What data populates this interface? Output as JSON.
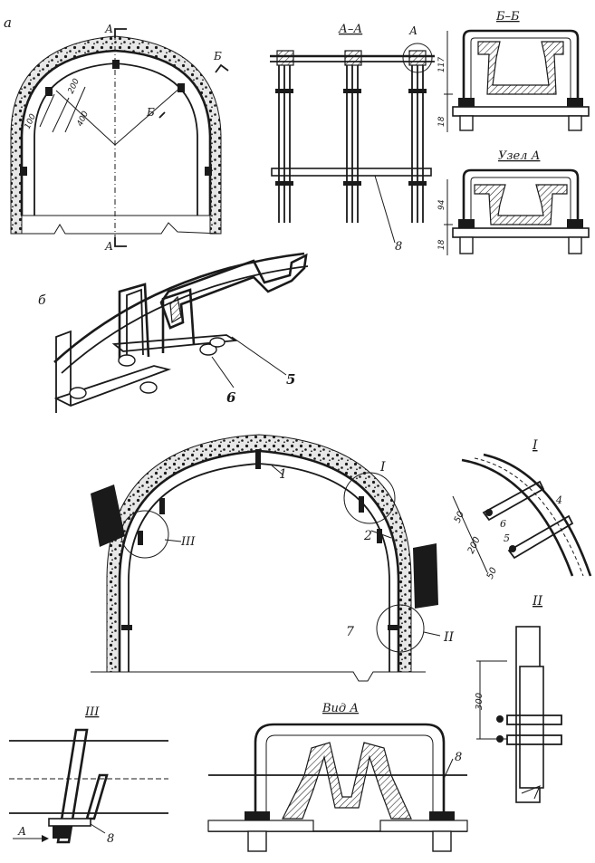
{
  "figure_labels": {
    "part_a": "а",
    "part_b": "б"
  },
  "section_titles": {
    "aa": "А–А",
    "bb": "Б–Б",
    "node_a": "Узел А",
    "detail_1": "I",
    "detail_2": "II",
    "detail_3": "III",
    "view_a": "Вид А"
  },
  "section_markers": {
    "a_top": "А",
    "a_bottom": "А",
    "b_top": "Б",
    "b_mid": "Б",
    "aa_node": "А",
    "view_arrow": "А"
  },
  "dimensions": {
    "d100": "100",
    "d200": "200",
    "d400": "400",
    "d117": "117",
    "d18_top": "18",
    "d94": "94",
    "d18_bottom": "18",
    "d50_top": "50",
    "d200_detail": "200",
    "d50_bottom": "50",
    "d300": "300"
  },
  "callouts": {
    "c8_aa": "8",
    "c5_b": "5",
    "c6_b": "6",
    "c1": "1",
    "c2": "2",
    "c7": "7",
    "c_I": "I",
    "c_II": "II",
    "c_III": "III",
    "c4_d1": "4",
    "c6_d1": "6",
    "c5_d1": "5",
    "c8_d3": "8",
    "c8_view": "8"
  }
}
